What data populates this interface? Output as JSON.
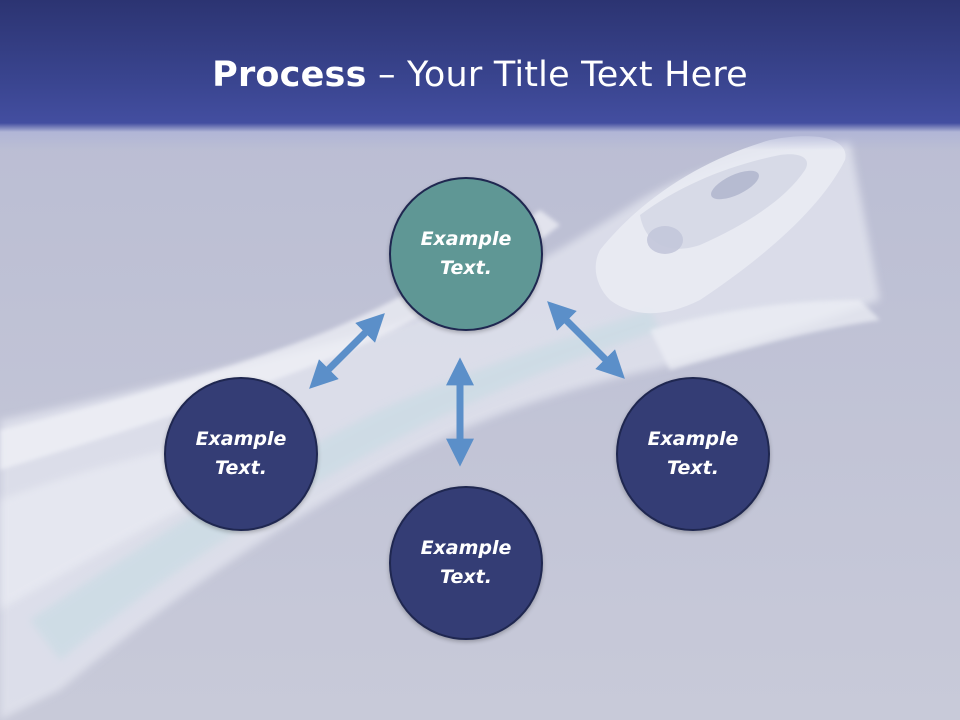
{
  "title": {
    "bold": "Process",
    "separator": " – ",
    "rest": "Your Title Text Here"
  },
  "nodes": {
    "top": {
      "line1": "Example",
      "line2": "Text."
    },
    "left": {
      "line1": "Example",
      "line2": "Text."
    },
    "right": {
      "line1": "Example",
      "line2": "Text."
    },
    "bottom": {
      "line1": "Example",
      "line2": "Text."
    }
  },
  "colors": {
    "title_bar": "#3a4590",
    "node_accent": "#5f9795",
    "node_primary": "#343d75",
    "arrow": "#5b8fc9",
    "background": "#c9cbdb"
  }
}
